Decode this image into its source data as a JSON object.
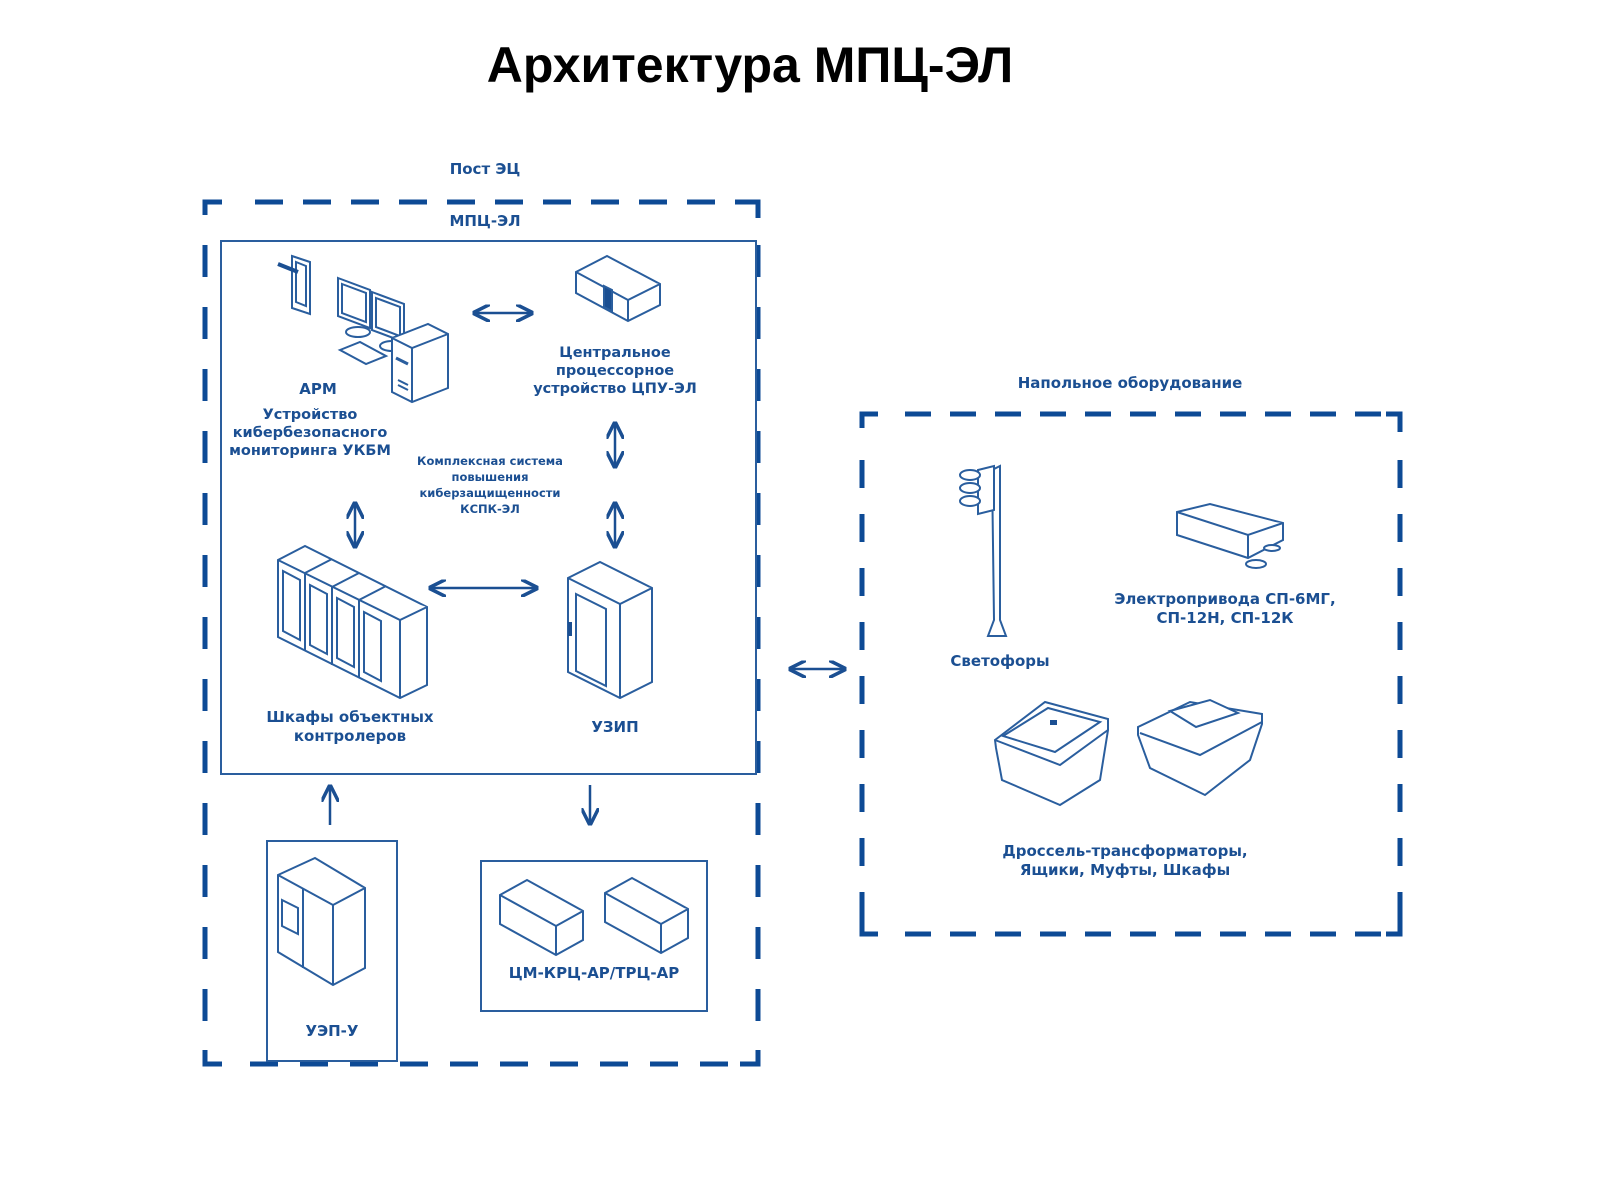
{
  "title": "Архитектура МПЦ-ЭЛ",
  "colors": {
    "dash": "#0d4a95",
    "line": "#2a5e9e",
    "text": "#1b4f92"
  },
  "post": {
    "label": "Пост ЭЦ",
    "mpc": {
      "label": "МПЦ-ЭЛ",
      "arm": "АРМ",
      "ukbm": [
        "Устройство",
        "кибербезопасного",
        "мониторинга УКБМ"
      ],
      "cpu": [
        "Центральное",
        "процессорное",
        "устройство ЦПУ-ЭЛ"
      ],
      "kspk": [
        "Комплексная система",
        "повышения",
        "киберзащищенности",
        "КСПК-ЭЛ"
      ],
      "cabinets": [
        "Шкафы объектных",
        "контролеров"
      ],
      "uzip": "УЗИП"
    },
    "uep": "УЭП-У",
    "cm": "ЦМ-КРЦ-АР/ТРЦ-АР"
  },
  "field": {
    "label": "Напольное оборудование",
    "signals": "Светофоры",
    "drives": [
      "Электропривода СП-6МГ,",
      "СП-12Н, СП-12К"
    ],
    "boxes": [
      "Дроссель-трансформаторы,",
      "Ящики, Муфты, Шкафы"
    ]
  }
}
